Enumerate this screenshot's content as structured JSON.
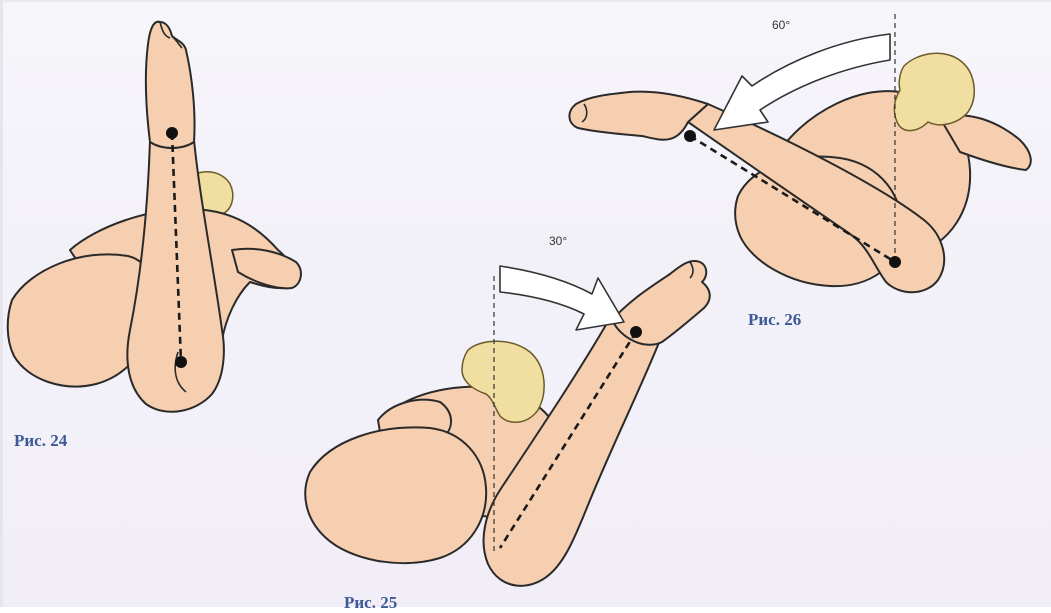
{
  "figures": [
    {
      "id": "fig24",
      "caption": "Рис. 24"
    },
    {
      "id": "fig25",
      "caption": "Рис. 25",
      "angle_label": "30°",
      "rotation_degrees": 30
    },
    {
      "id": "fig26",
      "caption": "Рис. 26",
      "angle_label": "60°",
      "rotation_degrees": 60
    }
  ],
  "colors": {
    "skin": "#f6cfb0",
    "outline": "#2a2a2a",
    "hair": "#f0dfa0",
    "caption": "#3d5a96",
    "arrow_fill": "#ffffff",
    "background": "#f3f1f8"
  }
}
